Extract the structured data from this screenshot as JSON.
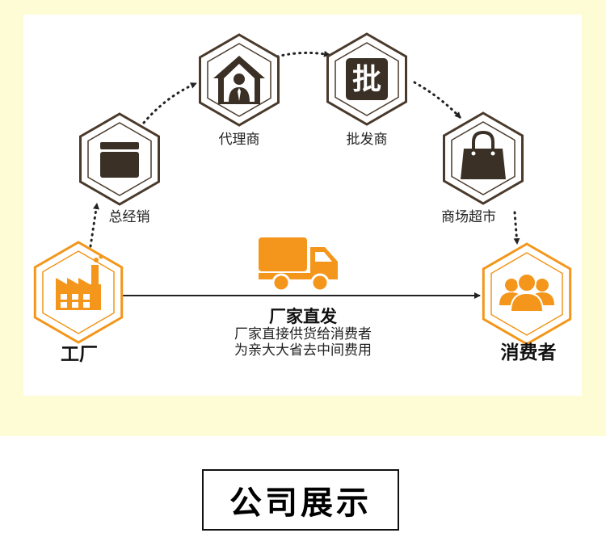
{
  "colors": {
    "orange": "#f3961b",
    "brown": "#4a3a2c",
    "dark_icon": "#3b3026",
    "band": "#fefcd5"
  },
  "nodes": {
    "factory": {
      "label": "工厂",
      "icon": "factory-icon"
    },
    "general_distributor": {
      "label": "总经销",
      "icon": "box-icon"
    },
    "agent": {
      "label": "代理商",
      "icon": "house-person-icon"
    },
    "wholesaler": {
      "label": "批发商",
      "icon": "pi-character-icon",
      "icon_text": "批"
    },
    "supermarket": {
      "label": "商场超市",
      "icon": "shopping-bag-icon"
    },
    "consumer": {
      "label": "消费者",
      "icon": "people-group-icon"
    }
  },
  "direct": {
    "title": "厂家直发",
    "line1": "厂家直接供货给消费者",
    "line2": "为亲大大省去中间费用",
    "icon": "truck-icon"
  },
  "section": {
    "title": "公司展示"
  }
}
